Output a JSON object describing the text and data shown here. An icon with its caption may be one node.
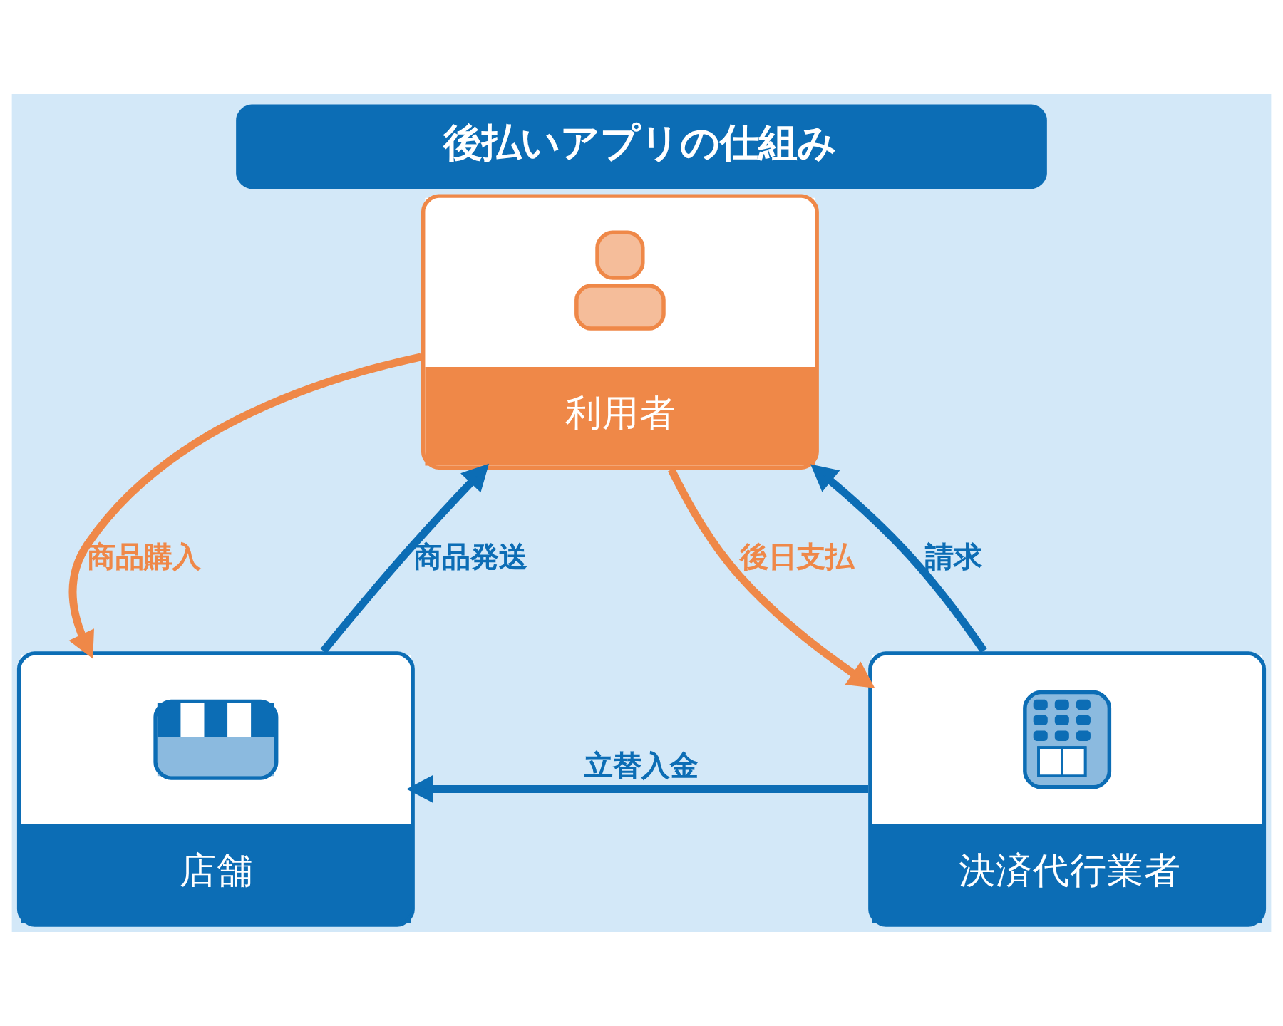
{
  "diagram": {
    "title": "後払いアプリの仕組み",
    "nodes": [
      {
        "text": [
          "利用者"
        ]
      },
      {
        "text": [
          "店舗"
        ]
      },
      {
        "text": [
          "決済代行業者"
        ]
      }
    ],
    "edges": [
      {
        "from": 0,
        "to": 1,
        "label": "商品購入",
        "arrow": "to",
        "color": "#ef8848"
      },
      {
        "from": 1,
        "to": 0,
        "label": "商品発送",
        "arrow": "to"
      },
      {
        "from": 0,
        "to": 2,
        "label": "後日支払",
        "arrow": "to",
        "color": "#ef8848"
      },
      {
        "from": 2,
        "to": 0,
        "label": "請求",
        "arrow": "to"
      },
      {
        "from": 2,
        "to": 1,
        "label": "立替入金",
        "arrow": "to"
      }
    ]
  }
}
